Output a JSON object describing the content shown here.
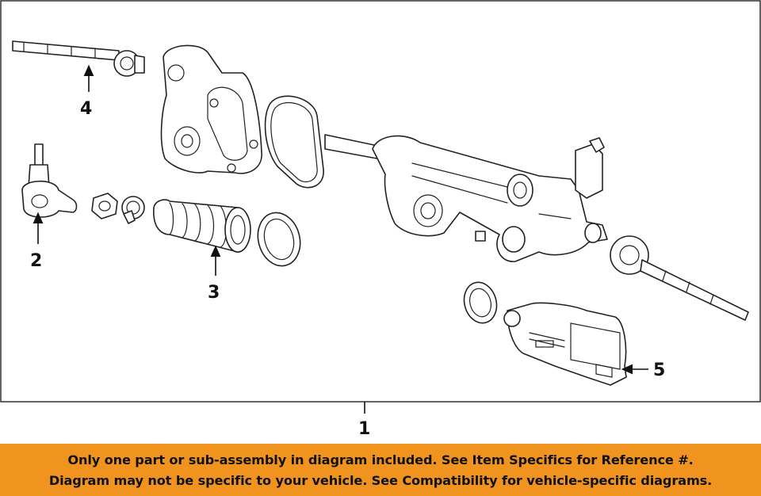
{
  "diagram": {
    "callouts": [
      {
        "id": "1",
        "label": "1"
      },
      {
        "id": "2",
        "label": "2"
      },
      {
        "id": "3",
        "label": "3"
      },
      {
        "id": "4",
        "label": "4"
      },
      {
        "id": "5",
        "label": "5"
      }
    ]
  },
  "notice": {
    "line1": "Only one part or sub-assembly in diagram included. See Item Specifics for Reference #.",
    "line2": "Diagram may not be specific to your vehicle. See Compatibility for vehicle-specific diagrams.",
    "background_color": "#f0941f"
  }
}
